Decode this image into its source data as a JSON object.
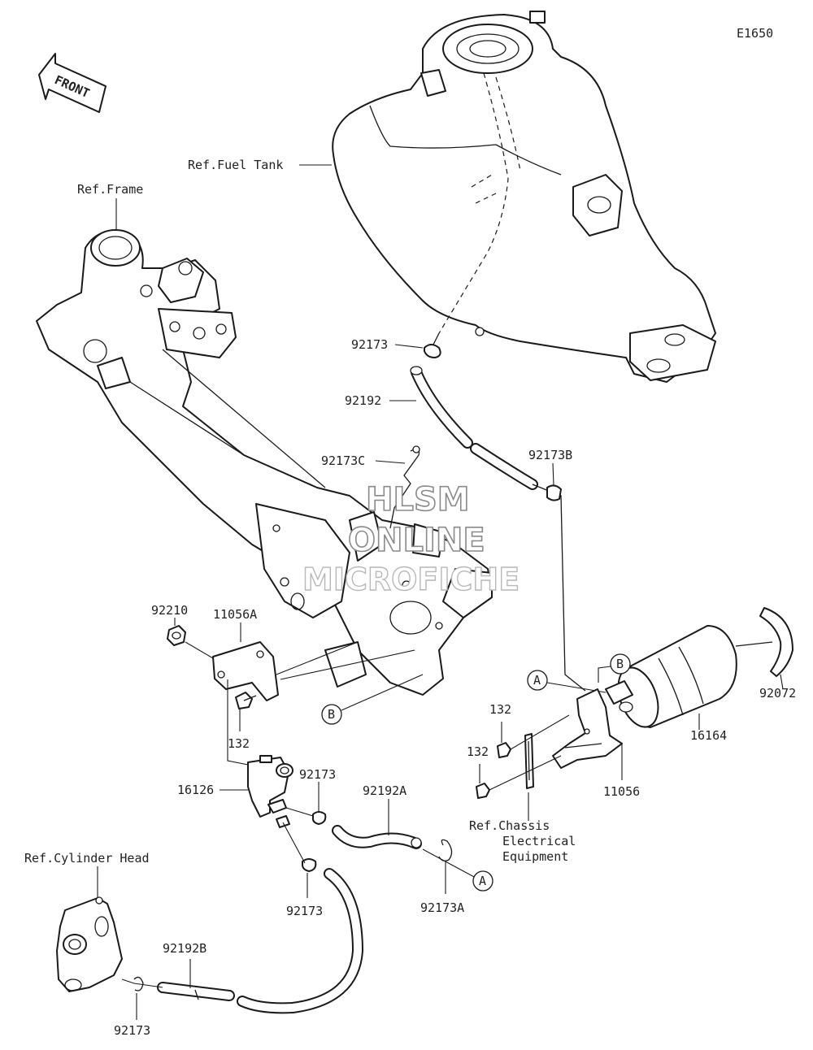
{
  "diagram_code": "E1650",
  "direction_label": "FRONT",
  "reference_labels": {
    "fuel_tank": "Ref.Fuel Tank",
    "frame": "Ref.Frame",
    "cylinder_head": "Ref.Cylinder Head",
    "chassis_line1": "Ref.Chassis",
    "chassis_line2": "Electrical",
    "chassis_line3": "Equipment"
  },
  "part_labels": {
    "p92173_top": "92173",
    "p92192": "92192",
    "p92173C": "92173C",
    "p92173B": "92173B",
    "p92210": "92210",
    "p11056A": "11056A",
    "p132_left": "132",
    "p16126": "16126",
    "p92173_mid": "92173",
    "p92192A": "92192A",
    "p92173_lower": "92173",
    "p92173A": "92173A",
    "p92192B": "92192B",
    "p92173_bottom": "92173",
    "p132_upper": "132",
    "p132_lower": "132",
    "p11056": "11056",
    "p16164": "16164",
    "p92072": "92072"
  },
  "callouts": {
    "a_right": "A",
    "b_right": "B",
    "b_frame": "B",
    "a_bottom": "A"
  },
  "watermark": {
    "line1": "HLSM",
    "line2": "ONLINE",
    "line3": "MICROFICHE"
  }
}
